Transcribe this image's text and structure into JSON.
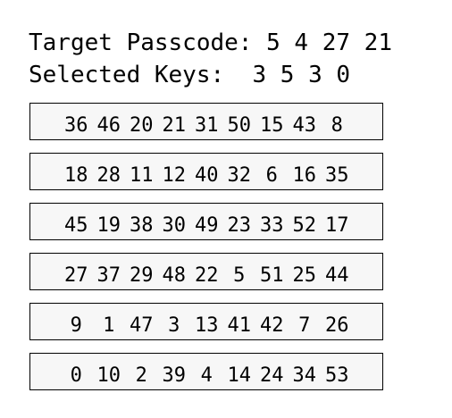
{
  "header": {
    "target_label": "Target Passcode:",
    "target_values": "5 4 27 21",
    "selected_label": "Selected Keys:",
    "selected_values": "3 5 3 0"
  },
  "rows": [
    [
      "36",
      "46",
      "20",
      "21",
      "31",
      "50",
      "15",
      "43",
      "8"
    ],
    [
      "18",
      "28",
      "11",
      "12",
      "40",
      "32",
      "6",
      "16",
      "35"
    ],
    [
      "45",
      "19",
      "38",
      "30",
      "49",
      "23",
      "33",
      "52",
      "17"
    ],
    [
      "27",
      "37",
      "29",
      "48",
      "22",
      "5",
      "51",
      "25",
      "44"
    ],
    [
      "9",
      "1",
      "47",
      "3",
      "13",
      "41",
      "42",
      "7",
      "26"
    ],
    [
      "0",
      "10",
      "2",
      "39",
      "4",
      "14",
      "24",
      "34",
      "53"
    ]
  ],
  "colors": {
    "text": "#000000",
    "row_background": "#f7f7f7",
    "row_border": "#000000",
    "page_background": "#ffffff"
  }
}
